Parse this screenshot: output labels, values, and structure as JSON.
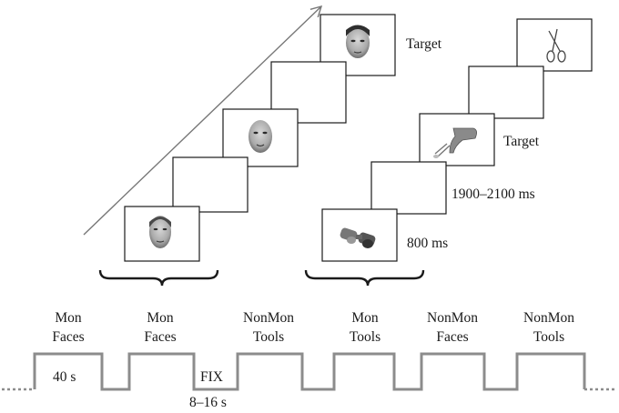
{
  "faces_sequence": {
    "target_label": "Target",
    "icons": [
      "face-icon",
      "face-icon",
      "face-icon"
    ]
  },
  "tools_sequence": {
    "target_label": "Target",
    "isi_label": "1900–2100 ms",
    "stim_label": "800 ms",
    "icons": [
      "binoculars-icon",
      "mixer-icon",
      "scissors-icon"
    ]
  },
  "blocks": [
    {
      "line1": "Mon",
      "line2": "Faces",
      "duration": "40 s"
    },
    {
      "line1": "Mon",
      "line2": "Faces"
    },
    {
      "line1": "NonMon",
      "line2": "Tools"
    },
    {
      "line1": "Mon",
      "line2": "Tools"
    },
    {
      "line1": "NonMon",
      "line2": "Faces"
    },
    {
      "line1": "NonMon",
      "line2": "Tools"
    }
  ],
  "fixation": {
    "label": "FIX",
    "duration": "8–16 s"
  },
  "colors": {
    "timeline": "#8c8c8c",
    "ink": "#1a1a1a",
    "arrow": "#777777"
  }
}
